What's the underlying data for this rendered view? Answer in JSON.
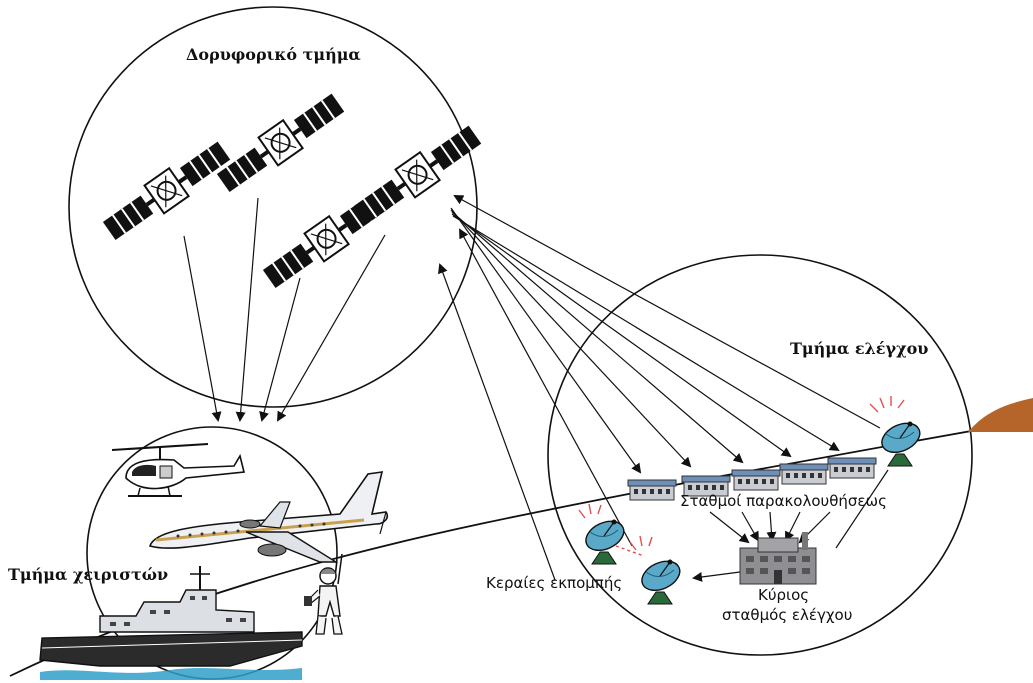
{
  "labels": {
    "space_segment": "Δορυφορικό τμήμα",
    "control_segment": "Τμήμα ελέγχου",
    "user_segment": "Τμήμα χειριστών",
    "monitor_stations": "Σταθμοί παρακολουθήσεως",
    "master_station_line1": "Κύριος",
    "master_station_line2": "σταθμός ελέγχου",
    "uplink_antennas": "Κεραίες εκπομπής"
  },
  "colors": {
    "antenna_dish": "#5aa9c8",
    "ground_brown": "#b5652a",
    "water": "#2f9fc9",
    "ship_hull": "#2b2b2b",
    "aircraft_stripe": "#c9a050",
    "station_roof": "#6d8fb8",
    "signal_red": "#e05050"
  },
  "icons": {
    "satellite": "satellite-icon",
    "helicopter": "helicopter-icon",
    "airplane": "airplane-icon",
    "ship": "ship-icon",
    "soldier": "soldier-icon",
    "monitor_station": "monitor-station-icon",
    "master_station": "master-control-station-icon",
    "dish": "antenna-dish-icon"
  }
}
